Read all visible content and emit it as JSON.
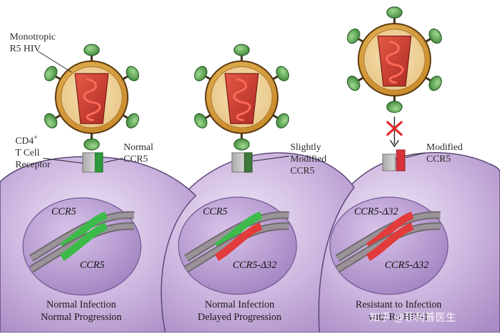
{
  "labels": {
    "virus_line1": "Monotropic",
    "virus_line2": "R5 HIV",
    "receptor_line1": "CD4",
    "receptor_sup": "+",
    "receptor_line2": "T Cell",
    "receptor_line3": "Receptor"
  },
  "panels": [
    {
      "ccr5_label": [
        "Normal",
        "CCR5"
      ],
      "gene_top": "CCR5",
      "gene_bottom": "CCR5",
      "caption": [
        "Normal Infection",
        "Normal Progression"
      ]
    },
    {
      "ccr5_label": [
        "Slightly",
        "Modified",
        "CCR5"
      ],
      "gene_top": "CCR5",
      "gene_bottom": "CCR5-Δ32",
      "caption": [
        "Normal Infection",
        "Delayed Progression"
      ]
    },
    {
      "ccr5_label": [
        "Modified",
        "CCR5"
      ],
      "gene_top": "CCR5-Δ32",
      "gene_bottom": "CCR5-Δ32",
      "caption": [
        "Resistant to Infection",
        "with R5 HIV-1"
      ]
    }
  ],
  "watermark": "知乎 @菲利普医生",
  "colors": {
    "cell": "#c9b2dc",
    "virus_coat": "#cf8a2c",
    "capsid": "#c7372c",
    "knob": "#4f9b4a",
    "ccr5_normal": "#2f9a3b",
    "ccr5_slight": "#3f7a3c",
    "ccr5_modified": "#d8323a",
    "gene_green": "#3dbb4a",
    "gene_red": "#e23b3b",
    "block_x": "#e02a2a"
  }
}
